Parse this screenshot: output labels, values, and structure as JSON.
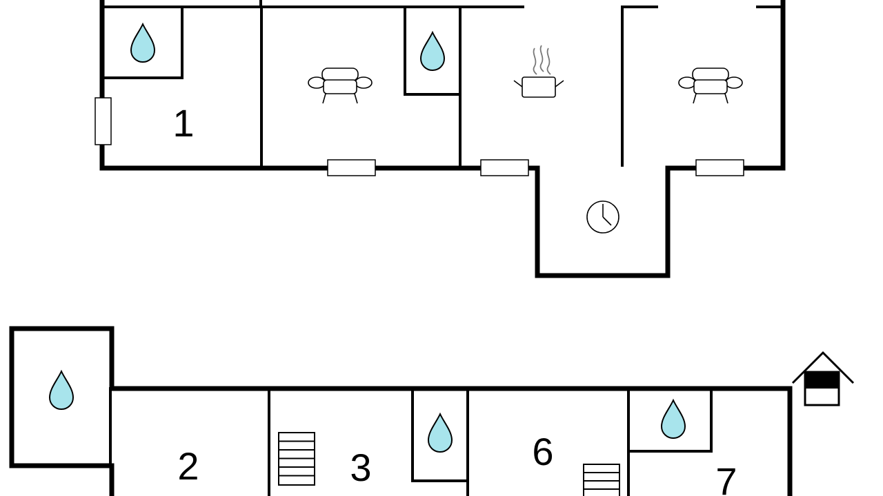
{
  "floorplan": {
    "upper_floor": {
      "rooms": [
        {
          "label": "1",
          "icon": "bathroom-drop-icon"
        },
        {
          "label": "",
          "icon": "sofa-icon"
        },
        {
          "label": "",
          "icon": "bathroom-drop-icon"
        },
        {
          "label": "",
          "icon": "cooking-pot-icon"
        },
        {
          "label": "",
          "icon": "sofa-icon"
        },
        {
          "label": "",
          "icon": "clock-icon"
        }
      ]
    },
    "lower_floor": {
      "rooms": [
        {
          "label": "",
          "icon": "bathroom-drop-icon"
        },
        {
          "label": "2",
          "icon": ""
        },
        {
          "label": "3",
          "icon": "stairs-icon"
        },
        {
          "label": "",
          "icon": "bathroom-drop-icon"
        },
        {
          "label": "6",
          "icon": "stairs-icon"
        },
        {
          "label": "",
          "icon": "bathroom-drop-icon"
        },
        {
          "label": "7",
          "icon": ""
        }
      ],
      "exterior_icon": "house-icon"
    },
    "colors": {
      "walls": "#000000",
      "water": "#a8e4ec",
      "background": "#ffffff"
    }
  }
}
